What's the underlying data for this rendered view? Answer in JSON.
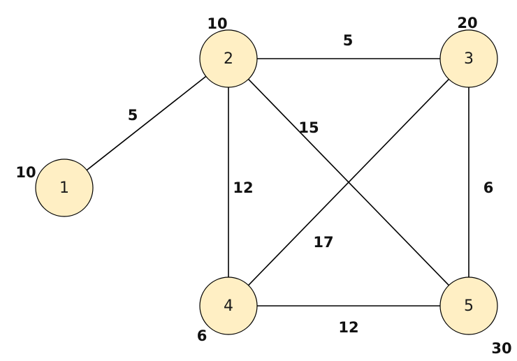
{
  "colors": {
    "node_fill": "#ffefc4",
    "node_stroke": "#000000",
    "edge_stroke": "#000000"
  },
  "nodes": [
    {
      "id": "1",
      "label": "1",
      "value": "10"
    },
    {
      "id": "2",
      "label": "2",
      "value": "10"
    },
    {
      "id": "3",
      "label": "3",
      "value": "20"
    },
    {
      "id": "4",
      "label": "4",
      "value": "6"
    },
    {
      "id": "5",
      "label": "5",
      "value": "30"
    }
  ],
  "edges": [
    {
      "from": "1",
      "to": "2",
      "weight": "5"
    },
    {
      "from": "2",
      "to": "3",
      "weight": "5"
    },
    {
      "from": "2",
      "to": "4",
      "weight": "12"
    },
    {
      "from": "2",
      "to": "5",
      "weight": "15"
    },
    {
      "from": "3",
      "to": "4",
      "weight": "17"
    },
    {
      "from": "3",
      "to": "5",
      "weight": "6"
    },
    {
      "from": "4",
      "to": "5",
      "weight": "12"
    }
  ]
}
